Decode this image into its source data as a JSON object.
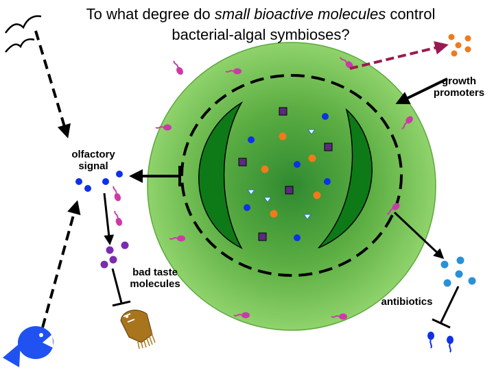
{
  "title": {
    "part1": "To what degree do ",
    "emphasis": "small bioactive molecules",
    "part2": " control",
    "line2": "bacterial-algal symbioses?"
  },
  "labels": {
    "growth_promoters_line1": "growth",
    "growth_promoters_line2": "promoters",
    "olfactory_signal_line1": "olfactory",
    "olfactory_signal_line2": "signal",
    "bad_taste_line1": "bad taste",
    "bad_taste_line2": "molecules",
    "antibiotics": "antibiotics"
  },
  "colors": {
    "cell_outer": "#8fd36b",
    "cell_inner": "#2f8a2f",
    "chloroplast": "#0d7a17",
    "bacteria": "#cc3aa8",
    "blue_molecule": "#1030e8",
    "orange_molecule": "#f07a1c",
    "purple_square": "#5c2a7e",
    "purple_dot": "#7a2cb0",
    "light_blue_dot": "#2a90d8",
    "predator_brown": "#a8741c",
    "fish_blue": "#1f52f0",
    "arrow_dark_red": "#9a1a50",
    "black": "#000000"
  },
  "icons": [
    "bird-icon",
    "fish-icon",
    "grazer-icon",
    "bacterium-icon"
  ]
}
